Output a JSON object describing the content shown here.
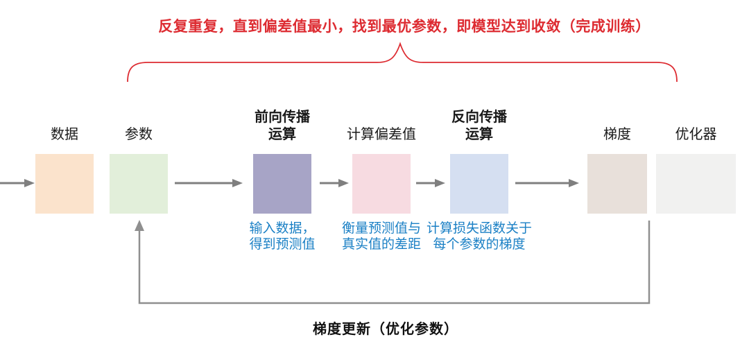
{
  "caption": "反复重复，直到偏差值最小，找到最优参数，即模型达到收敛（完成训练）",
  "loop_label": "梯度更新（优化参数）",
  "flow": {
    "nodes": [
      {
        "id": "data",
        "label": "数据",
        "bold": false,
        "color": "#fbe3cc",
        "note": null
      },
      {
        "id": "parameters",
        "label": "参数",
        "bold": false,
        "color": "#e2efda",
        "note": null
      },
      {
        "id": "forward-pass",
        "label": "前向传播\n运算",
        "bold": true,
        "color": "#a7a4c6",
        "note": "输入数据，\n得到预测值"
      },
      {
        "id": "loss",
        "label": "计算偏差值",
        "bold": false,
        "color": "#f7dbe1",
        "note": "衡量预测值与\n真实值的差距"
      },
      {
        "id": "backward-pass",
        "label": "反向传播\n运算",
        "bold": true,
        "color": "#d5dff1",
        "note": "计算损失函数关于\n每个参数的梯度"
      },
      {
        "id": "gradient",
        "label": "梯度",
        "bold": false,
        "color": "#e8e0da",
        "note": null
      },
      {
        "id": "optimizer",
        "label": "优化器",
        "bold": false,
        "color": "#f1f1f0",
        "note": null
      }
    ]
  },
  "colors": {
    "accent-red": "#dd2b31",
    "note-blue": "#1b80c5",
    "arrow-gray": "#7f7f7f",
    "loop-gray": "#8f8f8f"
  }
}
